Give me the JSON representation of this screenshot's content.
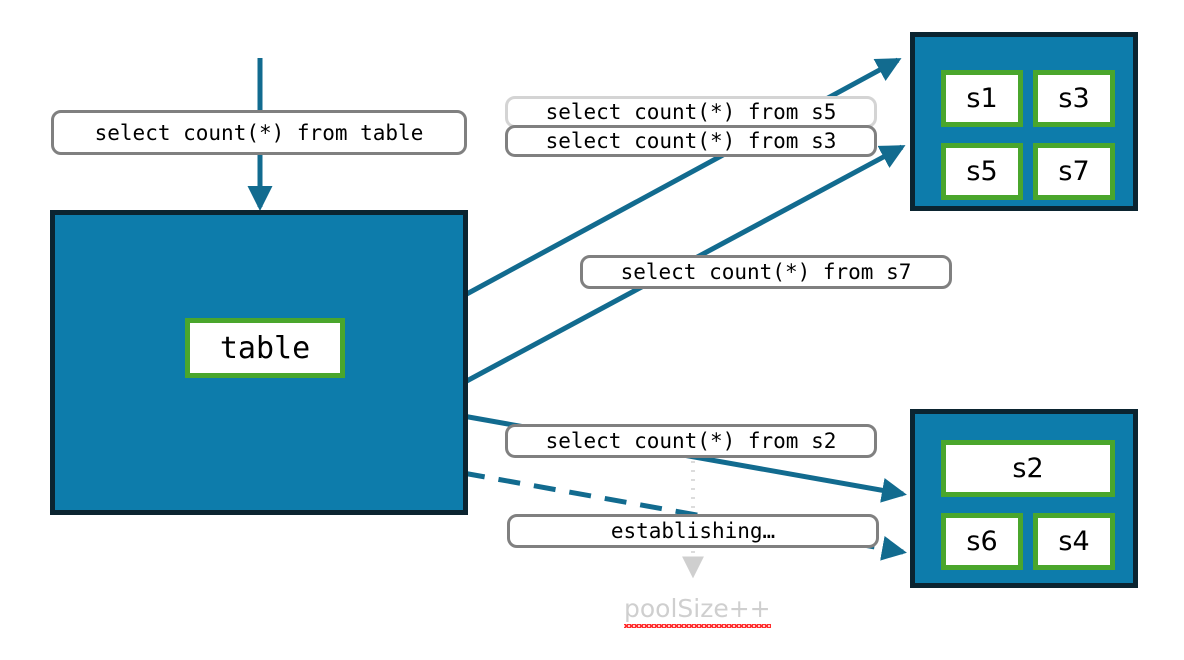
{
  "diagram": {
    "title": "connection-pool-query-diagram",
    "colors": {
      "pool_fill": "#0d7cab",
      "pool_border": "#0b2430",
      "cell_border": "#4aa62c",
      "arrow": "#126b8f",
      "label_border": "#808080",
      "label_border_light": "#d4d4d4",
      "ghost_text": "#cfcfcf",
      "spellcheck_underline": "#ff2d2d"
    }
  },
  "source": {
    "query_label": "select count(*) from table",
    "cell_label": "table"
  },
  "pools": [
    {
      "id": "pool-top",
      "cells": [
        {
          "label": "s1"
        },
        {
          "label": "s3"
        },
        {
          "label": "s5"
        },
        {
          "label": "s7"
        }
      ]
    },
    {
      "id": "pool-bottom",
      "cells": [
        {
          "label": "s2"
        },
        {
          "label": "s6"
        },
        {
          "label": "s4"
        }
      ]
    }
  ],
  "labels": {
    "from_s5": "select count(*) from s5",
    "from_s3": "select count(*) from s3",
    "from_s7": "select count(*) from s7",
    "from_s2": "select count(*) from s2",
    "establishing": "establishing…"
  },
  "annotations": {
    "pool_size_increment": "poolSize++"
  }
}
